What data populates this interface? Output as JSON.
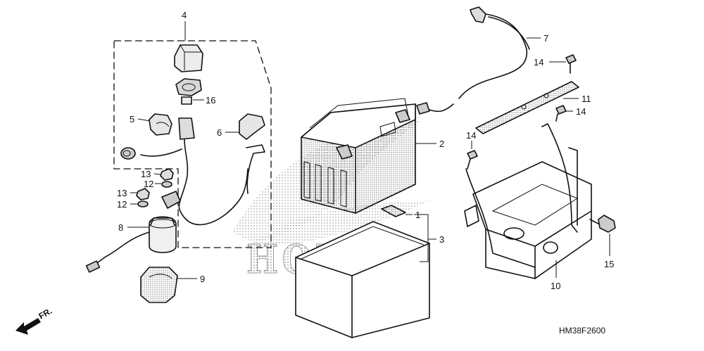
{
  "diagram": {
    "callouts": {
      "c1": "1",
      "c2": "2",
      "c3": "3",
      "c4": "4",
      "c5": "5",
      "c6": "6",
      "c7": "7",
      "c8": "8",
      "c9": "9",
      "c10": "10",
      "c11": "11",
      "c12a": "12",
      "c12b": "12",
      "c13a": "13",
      "c13b": "13",
      "c14a": "14",
      "c14b": "14",
      "c14c": "14",
      "c15": "15",
      "c16": "16"
    },
    "direction_label": "FR.",
    "diagram_code": "HM38F2600",
    "watermark": "HONDA"
  }
}
